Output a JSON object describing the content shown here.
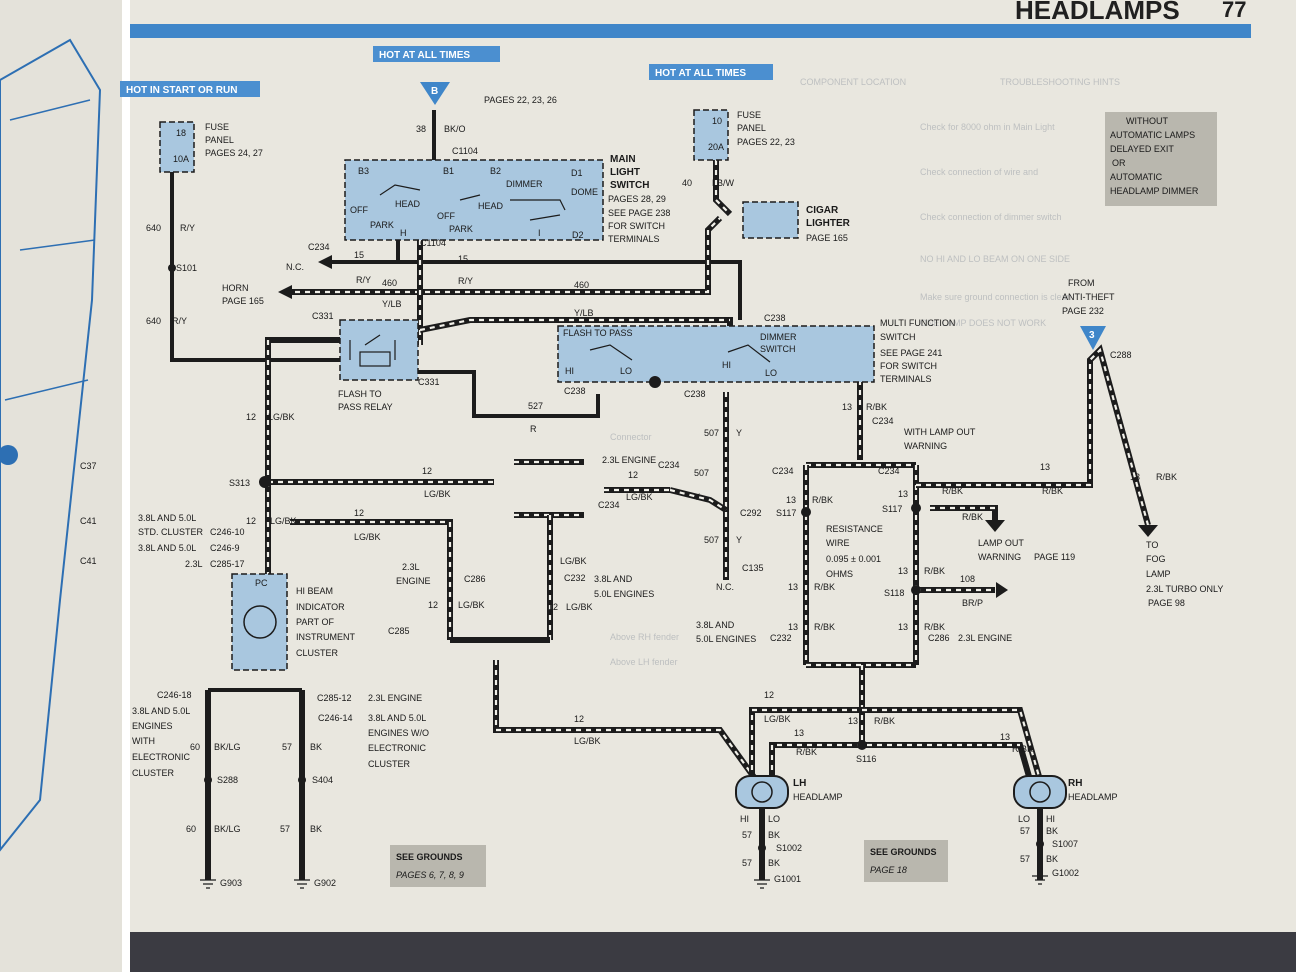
{
  "page": {
    "title": "HEADLAMPS",
    "number": "77"
  },
  "hot_labels": {
    "start_run": "HOT IN START OR RUN",
    "all_times_1": "HOT AT ALL TIMES",
    "all_times_2": "HOT AT ALL TIMES"
  },
  "connector_markers": {
    "b": "B",
    "three": "3"
  },
  "fuse_left": {
    "top": "18",
    "amp": "10A",
    "name1": "FUSE",
    "name2": "PANEL",
    "pages": "PAGES 24, 27"
  },
  "fuse_right": {
    "top": "10",
    "amp": "20A",
    "name1": "FUSE",
    "name2": "PANEL",
    "pages": "PAGES 22, 23"
  },
  "b_pages": "PAGES 22, 23, 26",
  "main_switch": {
    "l1": "MAIN",
    "l2": "LIGHT",
    "l3": "SWITCH",
    "pages": "PAGES 28, 29",
    "see1": "SEE PAGE 238",
    "see2": "FOR SWITCH",
    "see3": "TERMINALS",
    "b3": "B3",
    "b1": "B1",
    "b2": "B2",
    "d1": "D1",
    "d2": "D2",
    "dimmer": "DIMMER",
    "dome": "DOME",
    "off": "OFF",
    "head": "HEAD",
    "park": "PARK",
    "h": "H",
    "i": "I"
  },
  "cigar": {
    "l1": "CIGAR",
    "l2": "LIGHTER",
    "pages": "PAGE 165"
  },
  "multi": {
    "l1": "MULTI FUNCTION",
    "l2": "SWITCH",
    "see1": "SEE PAGE 241",
    "see2": "FOR SWITCH",
    "see3": "TERMINALS",
    "flash": "FLASH TO PASS",
    "dimmer1": "DIMMER",
    "dimmer2": "SWITCH",
    "hi": "HI",
    "lo": "LO"
  },
  "relay": {
    "l1": "FLASH TO",
    "l2": "PASS RELAY"
  },
  "horn": {
    "l1": "HORN",
    "pages": "PAGE 165"
  },
  "nc": "N.C.",
  "indicator": {
    "pc": "PC",
    "l1": "HI BEAM",
    "l2": "INDICATOR",
    "l3": "PART OF",
    "l4": "INSTRUMENT",
    "l5": "CLUSTER"
  },
  "cluster_notes": {
    "l1": "3.8L AND 5.0L",
    "l2": "STD. CLUSTER",
    "c1": "C246-10",
    "l3": "3.8L AND 5.0L",
    "c2": "C246-9",
    "l4": "2.3L",
    "c3": "C285-17"
  },
  "bottom_left": {
    "c1": "C246-18",
    "n1": "3.8L AND 5.0L",
    "n2": "ENGINES",
    "n3": "WITH",
    "n4": "ELECTRONIC",
    "n5": "CLUSTER",
    "c2": "C285-12",
    "e1": "2.3L ENGINE",
    "c3": "C246-14",
    "m1": "3.8L AND 5.0L",
    "m2": "ENGINES W/O",
    "m3": "ELECTRONIC",
    "m4": "CLUSTER"
  },
  "wires": {
    "w38": "38",
    "bko": "BK/O",
    "w40": "40",
    "lbw": "LB/W",
    "w640a": "640",
    "ry1": "R/Y",
    "w640b": "640",
    "ry2": "R/Y",
    "w15a": "15",
    "w15b": "15",
    "ry3": "R/Y",
    "ry4": "R/Y",
    "w460a": "460",
    "ylb1": "Y/LB",
    "w460b": "460",
    "ylb2": "Y/LB",
    "w527": "527",
    "r": "R",
    "w12a": "12",
    "lgbk1": "LG/BK",
    "w12b": "12",
    "lgbk2": "LG/BK",
    "w12c": "12",
    "lgbk3": "LG/BK",
    "w12d": "12",
    "lgbk4": "LG/BK",
    "w12e": "12",
    "lgbk5": "LG/BK",
    "w12f": "12",
    "lgbk6": "LG/BK",
    "w12g": "12",
    "lgbk7": "LG/BK",
    "w12h": "12",
    "lgbk8": "LG/BK",
    "w507a": "507",
    "y1": "Y",
    "w507b": "507",
    "y2": "Y",
    "w507c": "507",
    "y3": "Y",
    "w13a": "13",
    "rbk1": "R/BK",
    "w13b": "13",
    "rbk2": "R/BK",
    "w13c": "13",
    "rbk3": "R/BK",
    "w13d": "13",
    "rbk4": "R/BK",
    "w13e": "13",
    "rbk5": "R/BK",
    "w13f": "13",
    "rbk6": "R/BK",
    "w13g": "13",
    "rbk7": "R/BK",
    "w13h": "13",
    "rbk8": "R/BK",
    "w13i": "13",
    "rbk9": "R/BK",
    "w13j": "13",
    "rbk10": "R/BK",
    "w13k": "13",
    "rbk11": "R/BK",
    "w13l": "13",
    "rbk12": "R/BK",
    "w108": "108",
    "brp": "BR/P",
    "w60a": "60",
    "bklg1": "BK/LG",
    "w60b": "60",
    "bklg2": "BK/LG",
    "w57a": "57",
    "bk1": "BK",
    "w57b": "57",
    "bk2": "BK",
    "w57c": "57",
    "bk3": "BK",
    "w57d": "57",
    "bk4": "BK",
    "w57e": "57",
    "bk5": "BK",
    "w57f": "57",
    "bk6": "BK"
  },
  "connectors": {
    "c1104a": "C1104",
    "c1104b": "C1104",
    "c234a": "C234",
    "c234b": "C234",
    "c234c": "C234",
    "c234d": "C234",
    "c234e": "C234",
    "c234f": "C234",
    "c331a": "C331",
    "c331b": "C331",
    "c238a": "C238",
    "c238b": "C238",
    "c238c": "C238",
    "c292": "C292",
    "c135": "C135",
    "c286a": "C286",
    "c286b": "C286",
    "c232a": "C232",
    "c232b": "C232",
    "c285": "C285",
    "c288": "C288"
  },
  "splices": {
    "s101": "S101",
    "s313": "S313",
    "s117a": "S117",
    "s117b": "S117",
    "s118": "S118",
    "s116": "S116",
    "s288": "S288",
    "s404": "S404",
    "s1002": "S1002",
    "s1007": "S1007"
  },
  "grounds": {
    "g903": "G903",
    "g902": "G902",
    "g1001": "G1001",
    "g1002": "G1002"
  },
  "notes": {
    "eng23a": "2.3L ENGINE",
    "eng23b": "2.3L",
    "eng23c": "ENGINE",
    "eng3850a": "3.8L AND",
    "eng3850b": "5.0L ENGINES",
    "eng3850c": "3.8L AND",
    "eng3850d": "5.0L ENGINES",
    "eng23d": "2.3L ENGINE",
    "lampout1": "WITH LAMP OUT",
    "lampout2": "WARNING",
    "res1": "RESISTANCE",
    "res2": "WIRE",
    "res3": "0.095 ± 0.001",
    "res4": "OHMS",
    "low1": "LAMP OUT",
    "low2": "WARNING",
    "low3": "PAGE 119",
    "anti1": "FROM",
    "anti2": "ANTI-THEFT",
    "anti3": "PAGE 232",
    "fog1": "TO",
    "fog2": "FOG",
    "fog3": "LAMP",
    "fog4": "2.3L TURBO ONLY",
    "fog5": "PAGE 98",
    "without1": "WITHOUT",
    "without2": "AUTOMATIC LAMPS",
    "without3": "DELAYED EXIT",
    "without4": "OR",
    "without5": "AUTOMATIC",
    "without6": "HEADLAMP DIMMER"
  },
  "headlamps": {
    "lh1": "LH",
    "lh2": "HEADLAMP",
    "rh1": "RH",
    "rh2": "HEADLAMP",
    "hi1": "HI",
    "lo1": "LO",
    "lo2": "LO",
    "hi2": "HI"
  },
  "see_grounds": {
    "a1": "SEE GROUNDS",
    "a2": "PAGES 6, 7, 8, 9",
    "b1": "SEE GROUNDS",
    "b2": "PAGE 18"
  },
  "colors": {
    "page": "#e9e7df",
    "blue_box": "#a9c7df",
    "header_blue": "#3f86c9",
    "hot_bg": "#4b8fd0"
  }
}
